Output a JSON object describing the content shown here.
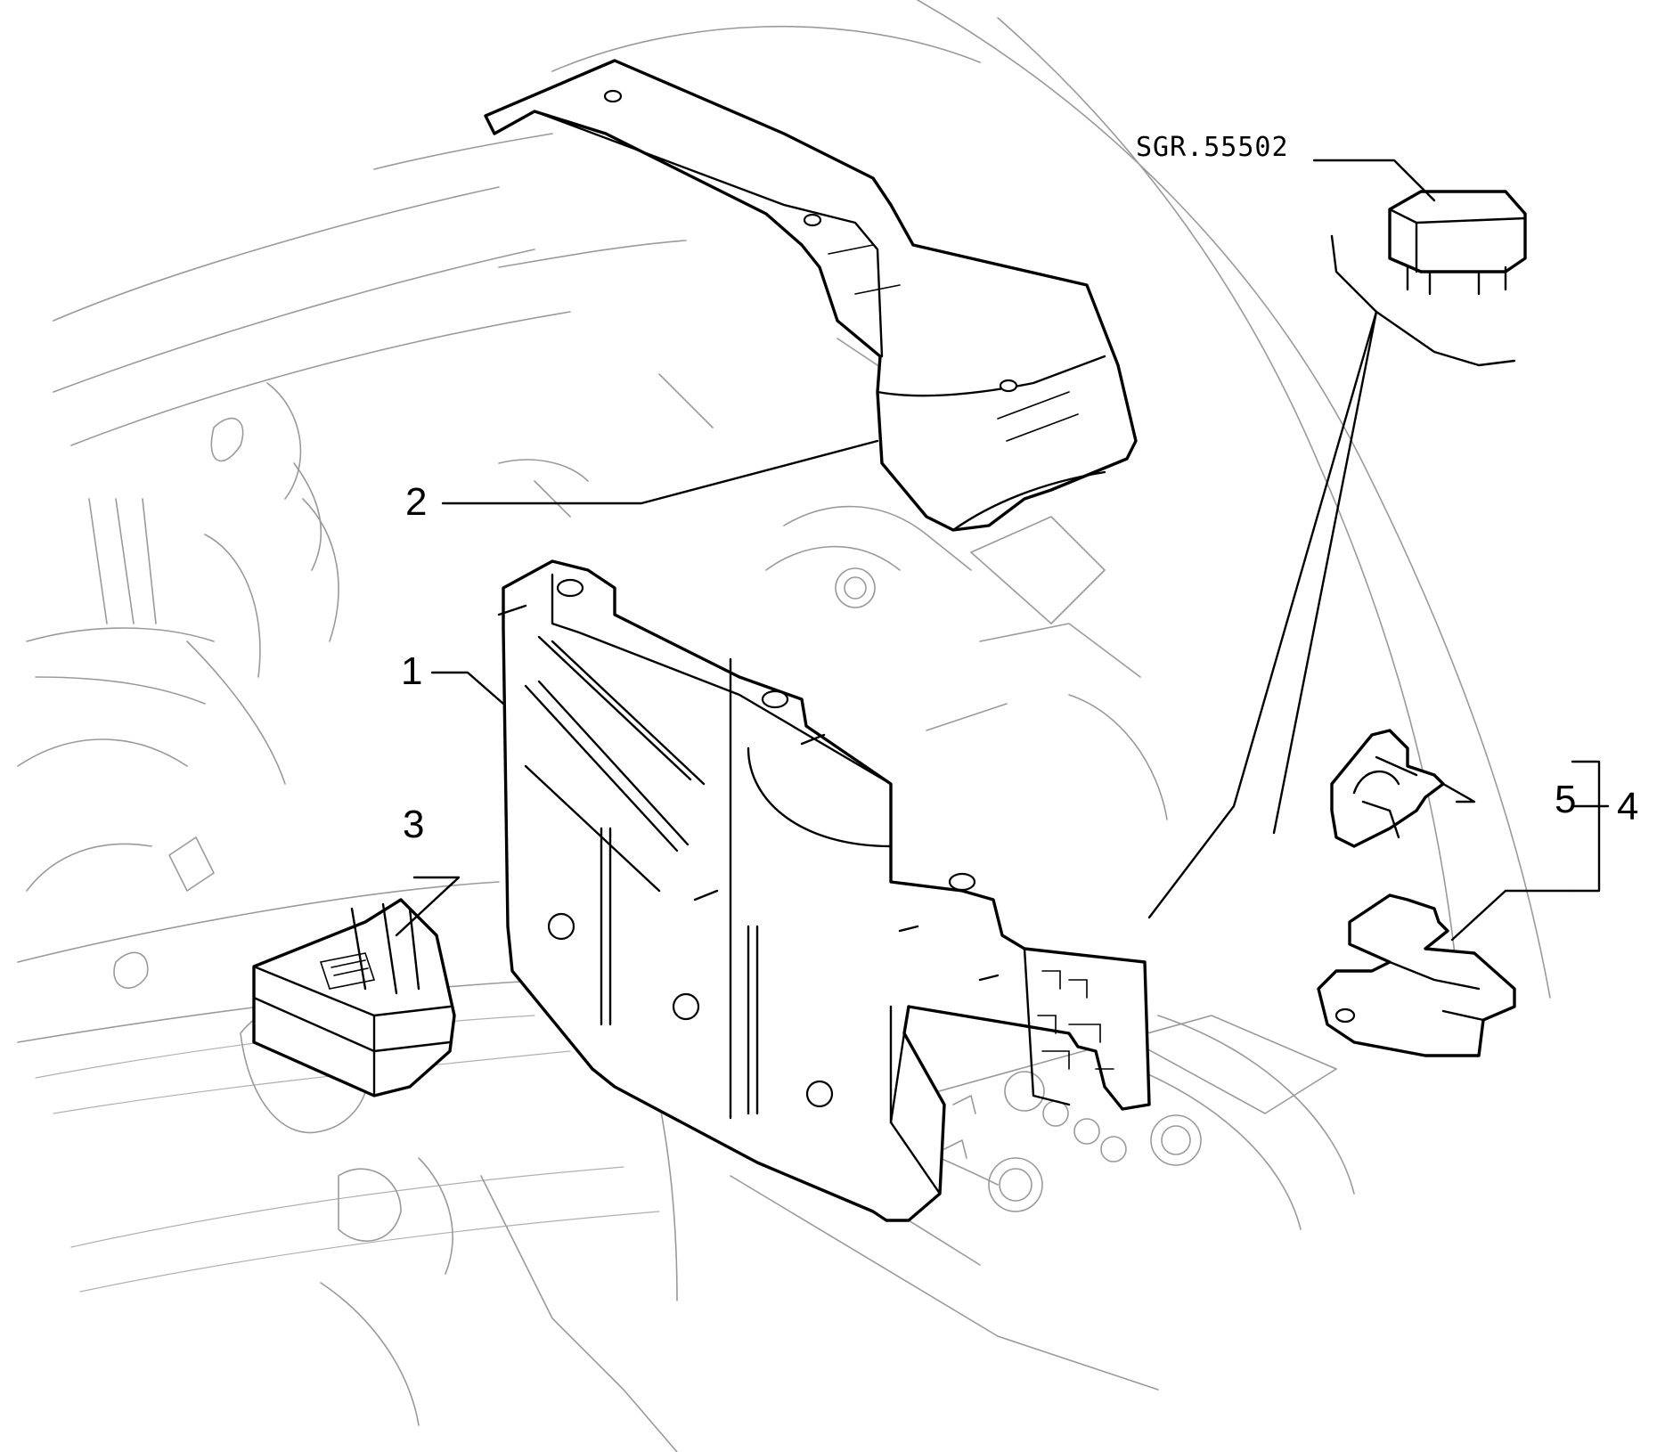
{
  "diagram": {
    "reference_code": "SGR.55502",
    "callouts": [
      {
        "id": "1",
        "label": "1"
      },
      {
        "id": "2",
        "label": "2"
      },
      {
        "id": "3",
        "label": "3"
      },
      {
        "id": "4",
        "label": "4"
      },
      {
        "id": "5",
        "label": "5"
      }
    ]
  },
  "colors": {
    "line_art": "#000000",
    "background_art": "#9a9a9a",
    "paper": "#ffffff"
  }
}
